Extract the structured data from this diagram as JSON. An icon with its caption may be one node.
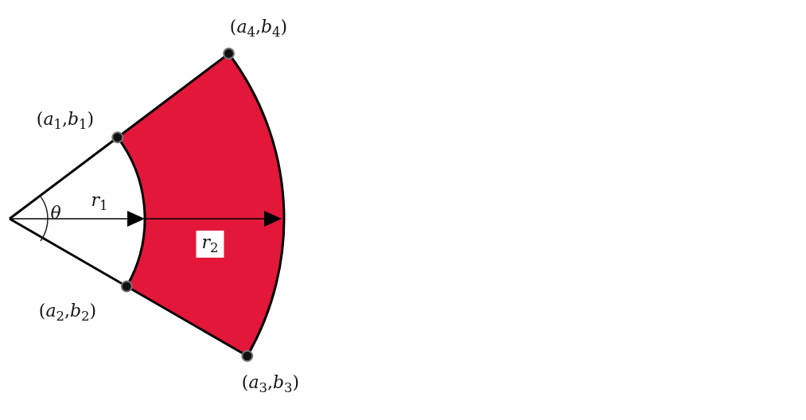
{
  "diagram": {
    "labels": [
      "(*a*$_{4}$,*b*$_{4}$)",
      "(*a*$_{1}$,*b*$_{1}$)",
      "*θ*",
      "*r*$_{1}$",
      "*r*$_{2}$",
      "(*a*$_{2}$,*b*$_{2}$)",
      "(*a*$_{3}$,*b*$_{3}$)"
    ]
  }
}
